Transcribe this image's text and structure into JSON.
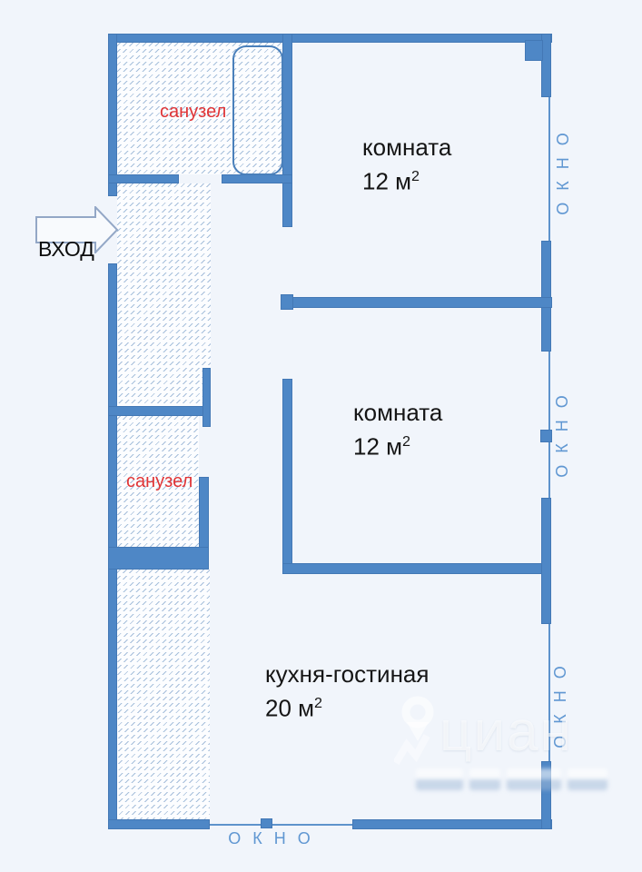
{
  "floorplan": {
    "entrance": {
      "label": "ВХОД"
    },
    "rooms": [
      {
        "name": "комната",
        "area": "12 м",
        "area_sup": "2"
      },
      {
        "name": "комната",
        "area": "12 м",
        "area_sup": "2"
      },
      {
        "name": "кухня-гостиная",
        "area": "20 м",
        "area_sup": "2"
      }
    ],
    "bathrooms": [
      {
        "label": "санузел"
      },
      {
        "label": "санузел"
      }
    ],
    "window_labels": {
      "right_top": "ОКНО",
      "right_middle": "ОКНО",
      "right_bottom": "ОКНО",
      "bottom": "ОКНО"
    },
    "watermark": {
      "brand": "циан"
    },
    "colors": {
      "wall": "#4e87c6",
      "window_line": "#5e93cc",
      "hatch_line": "#6c96c2",
      "room_text": "#151515",
      "bathroom_text": "#e03436",
      "window_text": "#6097d2",
      "background": "#f1f5fb"
    }
  }
}
